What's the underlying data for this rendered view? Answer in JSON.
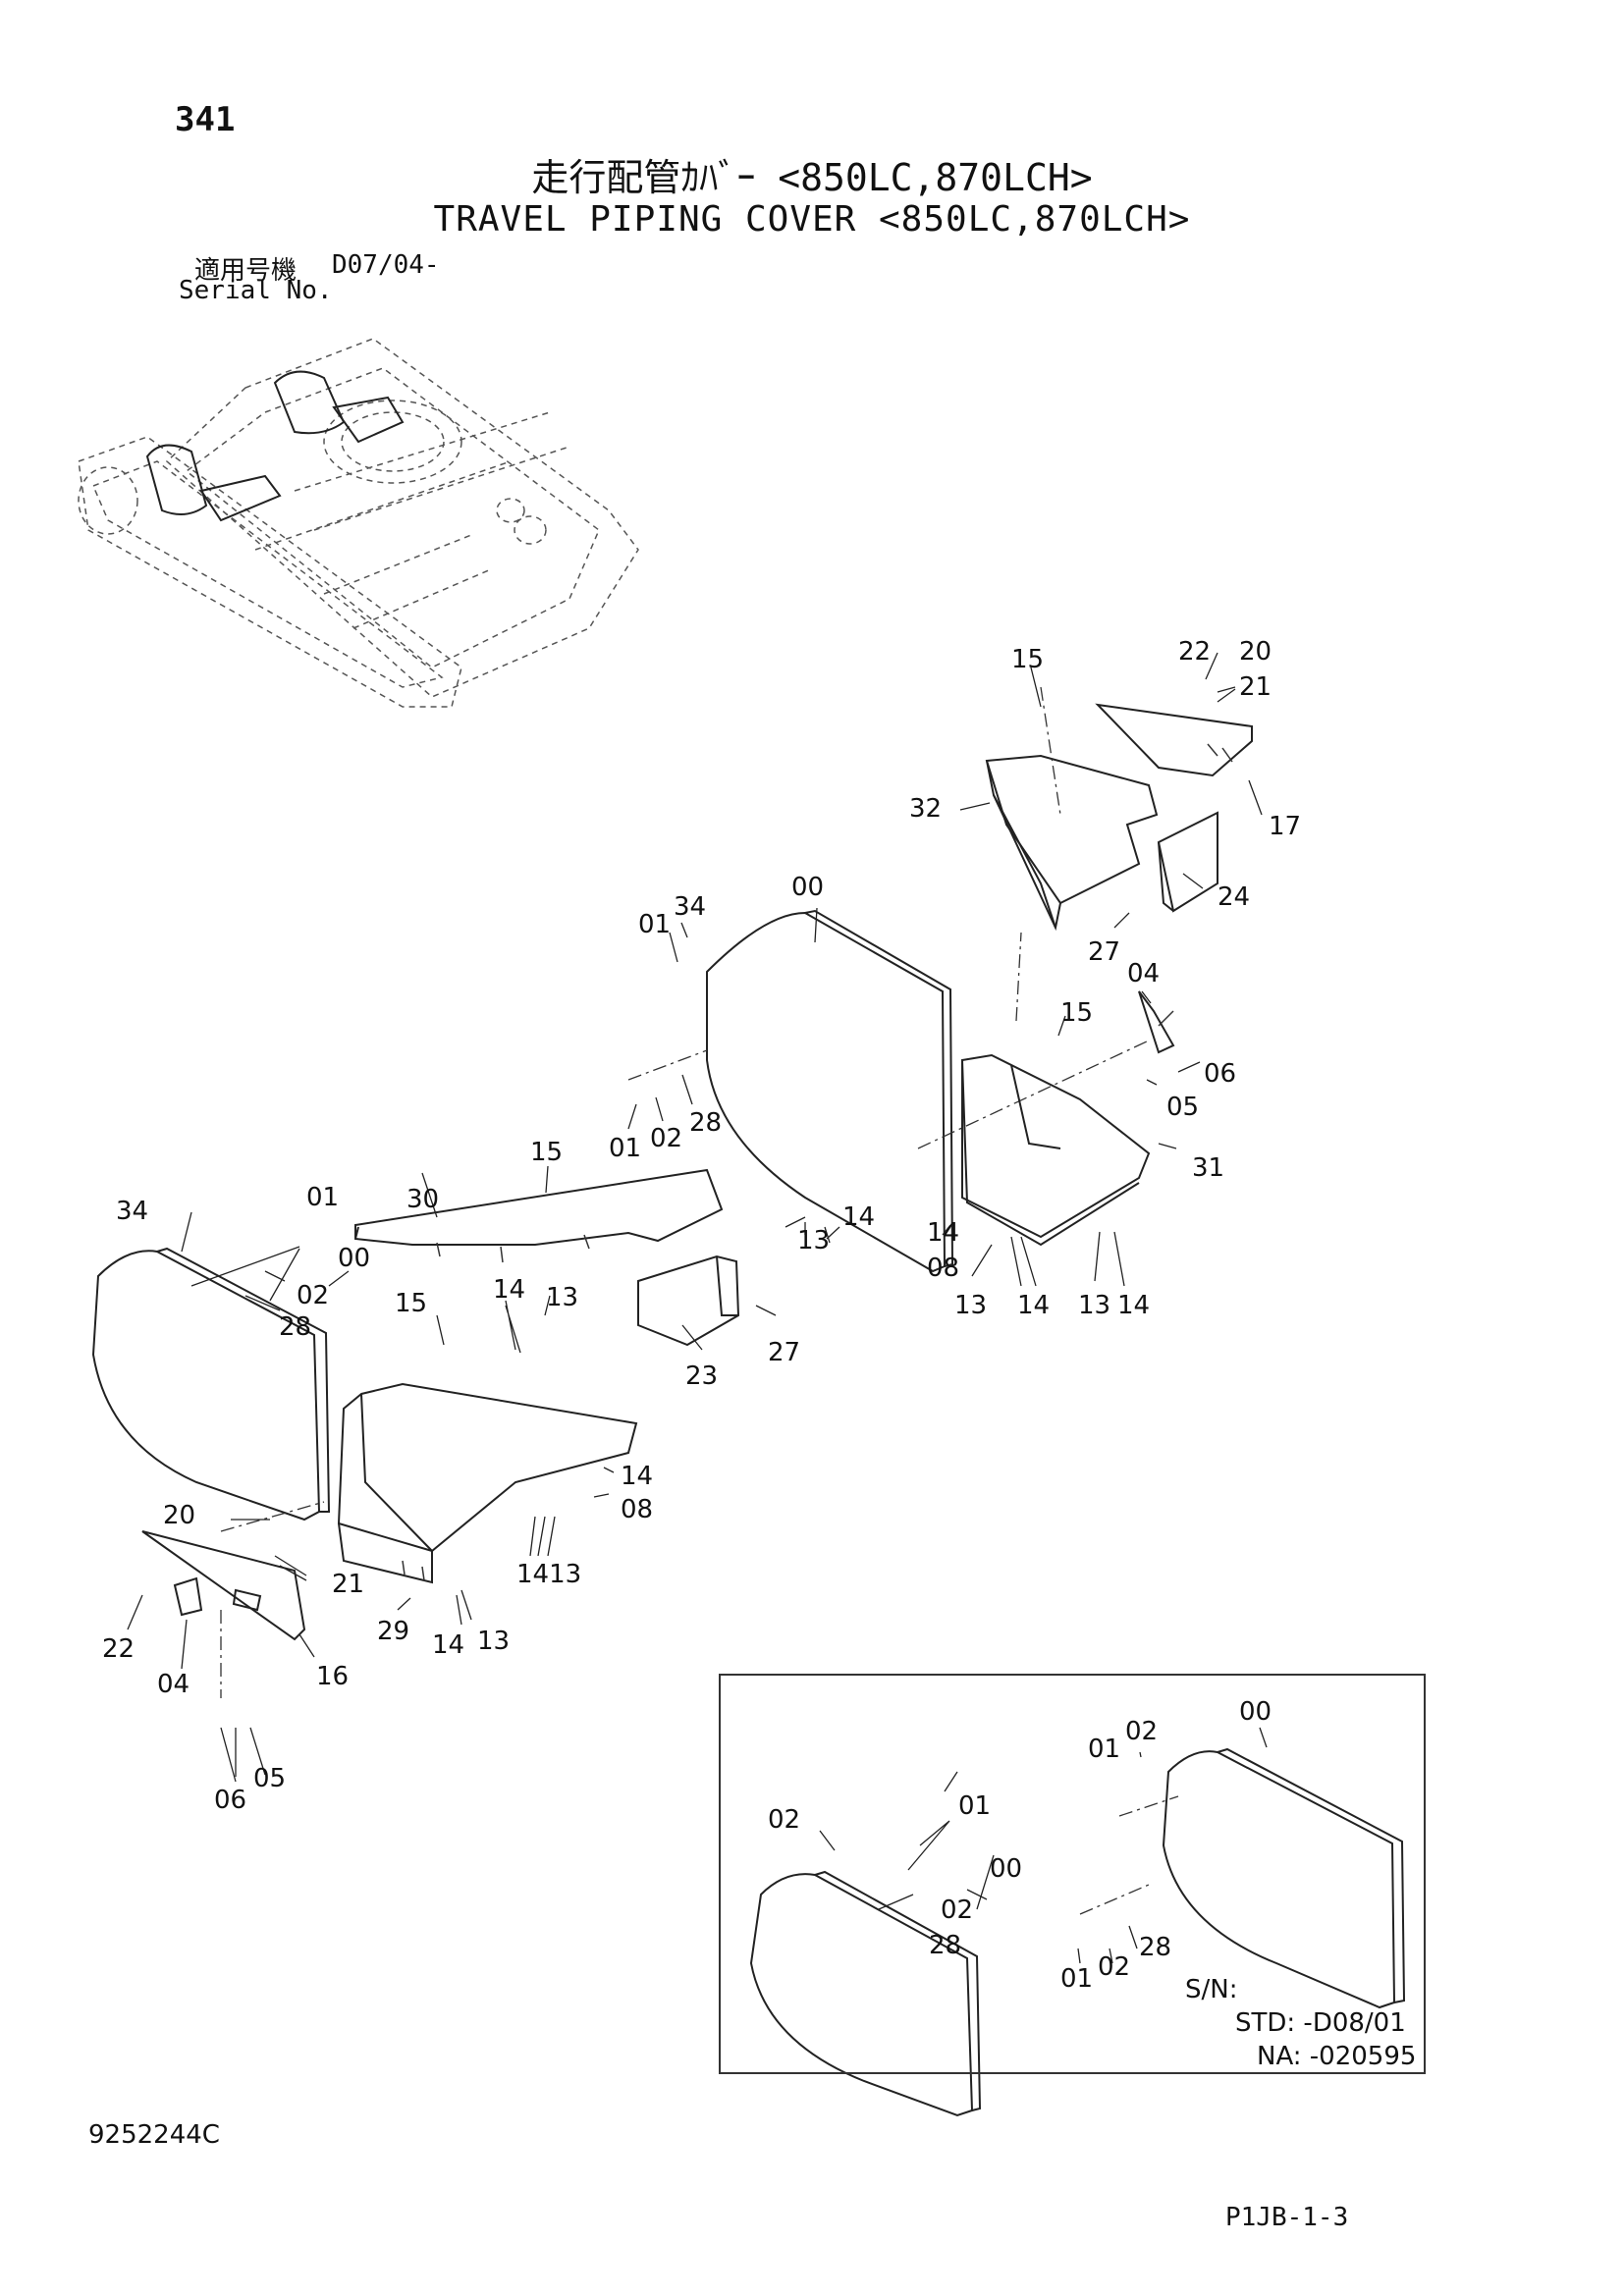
{
  "header": {
    "page_number": "341",
    "title_jp": "走行配管ｶﾊﾞｰ <850LC,870LCH>",
    "title_en": "TRAVEL PIPING COVER <850LC,870LCH>",
    "serial_label_jp": "適用号機",
    "serial_value": "D07/04-",
    "serial_label_en": "Serial No."
  },
  "callouts": {
    "c15a": "15",
    "c22a": "22",
    "c20a": "20",
    "c21a": "21",
    "c32": "32",
    "c17": "17",
    "c24": "24",
    "c27a": "27",
    "c00a": "00",
    "c01a": "01",
    "c34a": "34",
    "c04a": "04",
    "c15b": "15",
    "c06a": "06",
    "c05a": "05",
    "c01b": "01",
    "c02a": "02",
    "c28a": "28",
    "c15c": "15",
    "c31": "31",
    "c30": "30",
    "c13a": "13",
    "c14a": "14",
    "c14b": "14",
    "c08a": "08",
    "c13b": "13",
    "c14c": "14",
    "c13c": "13",
    "c14d": "14",
    "c34b": "34",
    "c01c": "01",
    "c02b": "02",
    "c28b": "28",
    "c00b": "00",
    "c15d": "15",
    "c14e": "14",
    "c13d": "13",
    "c27b": "27",
    "c23": "23",
    "c14f": "14",
    "c08b": "08",
    "c20b": "20",
    "c21b": "21",
    "c1413": "1413",
    "c22b": "22",
    "c29": "29",
    "c14g": "14",
    "c13e": "13",
    "c04b": "04",
    "c16": "16",
    "c06b": "06",
    "c05b": "05"
  },
  "inset": {
    "callouts": {
      "i00a": "00",
      "i01a": "01",
      "i02a": "02",
      "i02b": "02",
      "i01b": "01",
      "i00b": "00",
      "i02c": "02",
      "i28a": "28",
      "i01c": "01",
      "i02d": "02",
      "i28b": "28"
    },
    "serial_label": "S/N:",
    "std_range": "STD: -D08/01",
    "na_range": "NA: -020595"
  },
  "footer": {
    "drawing_number": "9252244C",
    "page_code": "P1JB-1-3"
  }
}
